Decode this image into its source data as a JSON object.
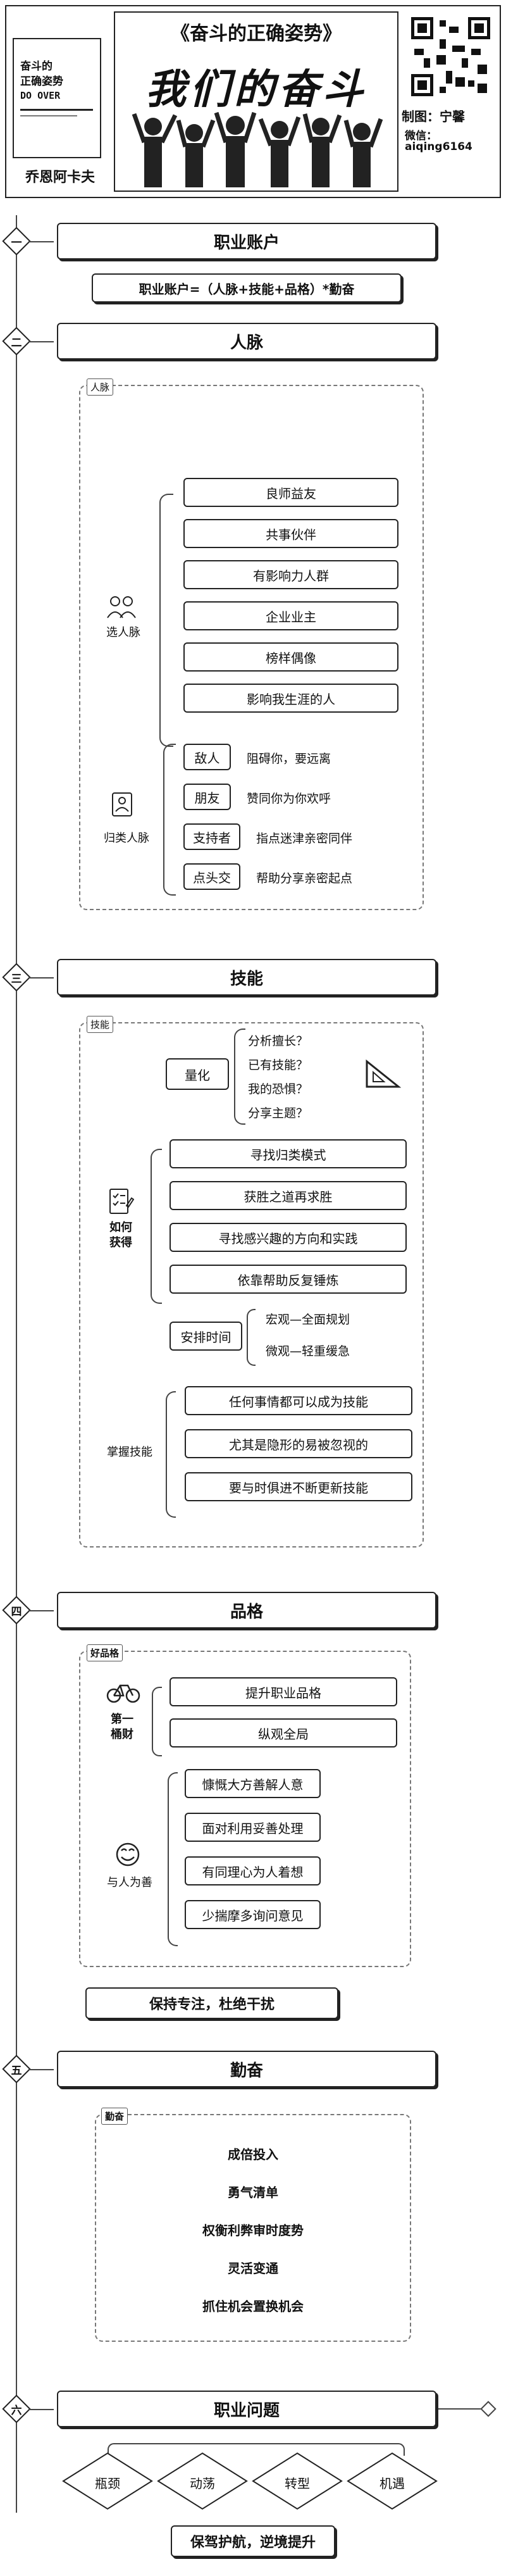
{
  "header": {
    "title": "《奋斗的正确姿势》",
    "big_title": "我们的奋斗",
    "book_line1": "奋斗的",
    "book_line2": "正确姿势",
    "book_line3": "DO OVER",
    "author": "乔恩阿卡夫",
    "wechat_label": "微信：",
    "wechat_id": "aiqing6164",
    "made_by": "制图：宁馨"
  },
  "sections": {
    "s1_marker": "一",
    "s1_title": "职业账户",
    "s1_formula": "职业账户=（人脉+技能+品格）*勤奋",
    "s2_marker": "二",
    "s2_title": "人脉",
    "s3_marker": "三",
    "s3_title": "技能",
    "s4_marker": "四",
    "s4_title": "品格",
    "s5_marker": "五",
    "s5_title": "勤奋",
    "s6_marker": "六",
    "s6_title": "职业问题"
  },
  "network": {
    "panel_tag": "人脉",
    "select_label": "选人脉",
    "select_items": [
      "良师益友",
      "共事伙伴",
      "有影响力人群",
      "企业业主",
      "榜样偶像",
      "影响我生涯的人"
    ],
    "classify_label": "归类人脉",
    "classify_items": [
      {
        "key": "敌人",
        "desc": "阻碍你，要远离"
      },
      {
        "key": "朋友",
        "desc": "赞同你为你欢呼"
      },
      {
        "key": "支持者",
        "desc": "指点迷津亲密同伴"
      },
      {
        "key": "点头交",
        "desc": "帮助分享亲密起点"
      }
    ]
  },
  "skills": {
    "panel_tag": "技能",
    "quantify_label": "量化",
    "quantify_items": [
      "分析擅长？",
      "已有技能？",
      "我的恐惧？",
      "分享主题？"
    ],
    "how_label": "如何获得",
    "how_items": [
      "寻找归类模式",
      "获胜之道再求胜",
      "寻找感兴趣的方向和实践",
      "依靠帮助反复锤炼"
    ],
    "schedule_label": "安排时间",
    "schedule_items": [
      "宏观—全面规划",
      "微观—轻重缓急"
    ],
    "master_label": "掌握技能",
    "master_items": [
      "任何事情都可以成为技能",
      "尤其是隐形的易被忽视的",
      "要与时俱进不断更新技能"
    ]
  },
  "character": {
    "panel_tag": "好品格",
    "first_label": "第一桶财",
    "first_items": [
      "提升职业品格",
      "纵观全局"
    ],
    "kind_label": "与人为善",
    "kind_items": [
      "慷慨大方善解人意",
      "面对利用妥善处理",
      "有同理心为人着想",
      "少揣摩多询问意见"
    ],
    "footer": "保持专注，杜绝干扰"
  },
  "diligence": {
    "panel_tag": "勤奋",
    "items": [
      "成倍投入",
      "勇气清单",
      "权衡利弊审时度势",
      "灵活变通",
      "抓住机会置换机会"
    ]
  },
  "problems": {
    "items": [
      "瓶颈",
      "动荡",
      "转型",
      "机遇"
    ],
    "footer": "保驾护航，逆境提升"
  }
}
